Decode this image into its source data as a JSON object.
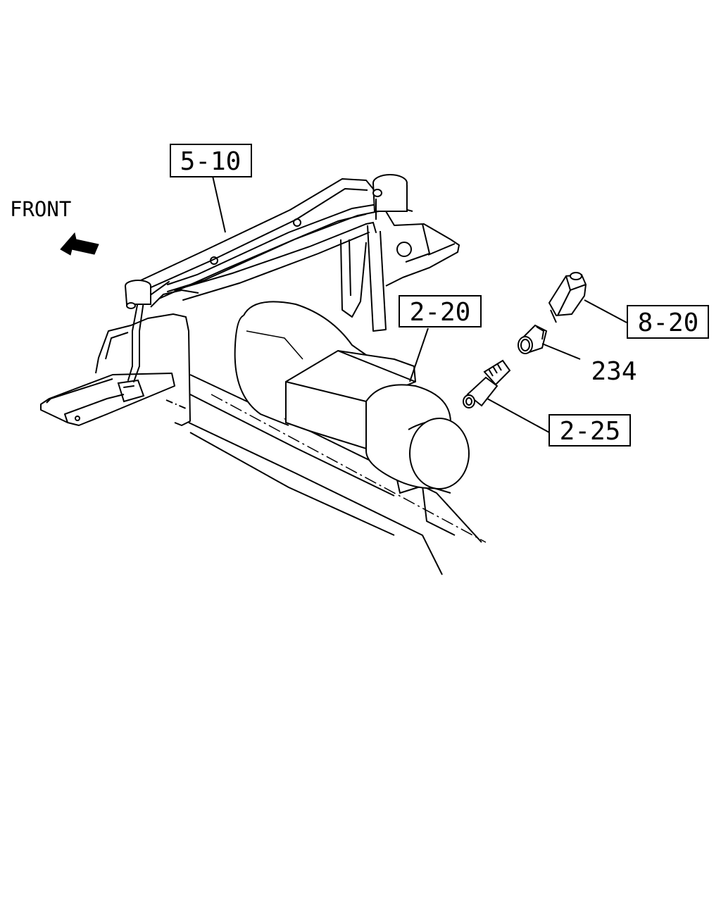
{
  "direction_label": "FRONT",
  "callouts": [
    {
      "id": "ref-5-10",
      "label": "5-10",
      "boxed": true
    },
    {
      "id": "ref-2-20",
      "label": "2-20",
      "boxed": true
    },
    {
      "id": "ref-8-20",
      "label": "8-20",
      "boxed": true
    },
    {
      "id": "ref-234",
      "label": "234",
      "boxed": false
    },
    {
      "id": "ref-2-25",
      "label": "2-25",
      "boxed": true
    }
  ],
  "colors": {
    "ink": "#000000",
    "paper": "#ffffff"
  }
}
